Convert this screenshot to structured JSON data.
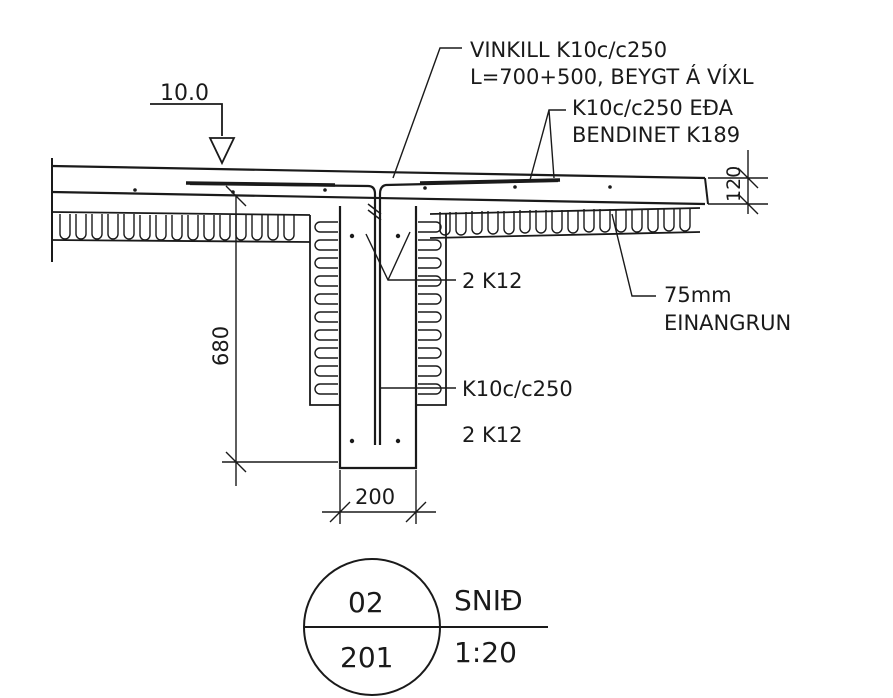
{
  "load": {
    "value": "10.0"
  },
  "labels": {
    "vinkill_line1": "VINKILL K10c/c250",
    "vinkill_line2": "L=700+500, BEYGT Á VÍXL",
    "mesh_line1": "K10c/c250 EÐA",
    "mesh_line2": "BENDINET K189",
    "bars_top": "2 K12",
    "stirrups": "K10c/c250",
    "bars_bottom": "2 K12",
    "insulation_line1": "75mm",
    "insulation_line2": "EINANGRUN"
  },
  "dimensions": {
    "slab_thickness": "120",
    "beam_depth": "680",
    "beam_width": "200"
  },
  "section_tag": {
    "number": "02",
    "sheet": "201",
    "title": "SNIÐ",
    "scale": "1:20"
  }
}
